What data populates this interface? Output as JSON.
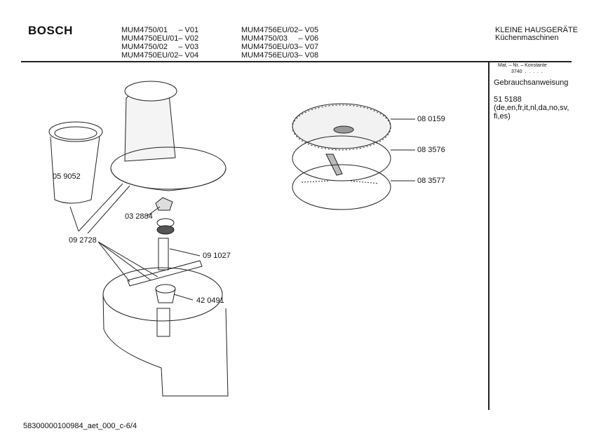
{
  "header": {
    "brand": "BOSCH",
    "models_col1": [
      "MUM4750/01     – V01",
      "MUM4750EU/01– V02",
      "MUM4750/02     – V03",
      "MUM4750EU/02– V04"
    ],
    "models_col2": [
      "MUM4756EU/02– V05",
      "MUM4750/03     – V06",
      "MUM4750EU/03– V07",
      "MUM4756EU/03– V08"
    ],
    "category": "KLEINE HAUSGERÄTE",
    "subcategory": "Küchenmaschinen"
  },
  "side": {
    "mat_label": "Mat. – Nr. – Konstante",
    "mat_value": "3740  .  .  .  .  .",
    "doc_type": "Gebrauchsanweisung",
    "doc_number": "51 5188",
    "languages": "(de,en,fr,it,nl,da,no,sv,\nfi,es)"
  },
  "parts": [
    "05 9052",
    "03 2884",
    "09 2728",
    "09 1027",
    "42 0491",
    "08 0159",
    "08 3576",
    "08 3577"
  ],
  "footer": {
    "code": "58300000100984_aet_000_c-6/4"
  }
}
